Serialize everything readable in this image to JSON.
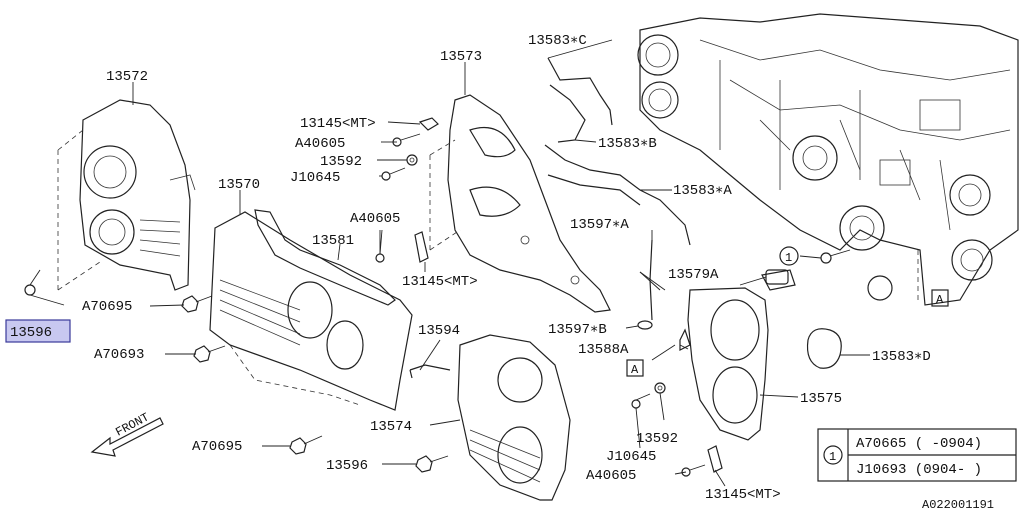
{
  "diagram": {
    "selected_part": "13596",
    "callouts": {
      "p13572": "13572",
      "p13573": "13573",
      "p13583c": "13583∗C",
      "p13583b": "13583∗B",
      "p13583a": "13583∗A",
      "p13583d": "13583∗D",
      "p13145_top": "13145<MT>",
      "p13145_mid": "13145<MT>",
      "p13145_bot": "13145<MT>",
      "a40605_top": "A40605",
      "a40605_mid": "A40605",
      "a40605_bot": "A40605",
      "p13592_top": "13592",
      "p13592_bot": "13592",
      "j10645_top": "J10645",
      "j10645_bot": "J10645",
      "p13570": "13570",
      "p13581": "13581",
      "p13597a": "13597∗A",
      "p13597b": "13597∗B",
      "p13579a": "13579A",
      "p13588a": "13588A",
      "p13594": "13594",
      "p13575": "13575",
      "p13574": "13574",
      "p13596_left": "13596",
      "p13596_bottom": "13596",
      "a70695_top": "A70695",
      "a70695_bot": "A70695",
      "a70693": "A70693",
      "front": "FRONT",
      "ref_a1": "A",
      "ref_a2": "A",
      "circle1": "1"
    },
    "legend": {
      "marker": "1",
      "rows": [
        "A70665 ( -0904)",
        "J10693 (0904- )"
      ]
    },
    "figure_code": "A022001191"
  }
}
